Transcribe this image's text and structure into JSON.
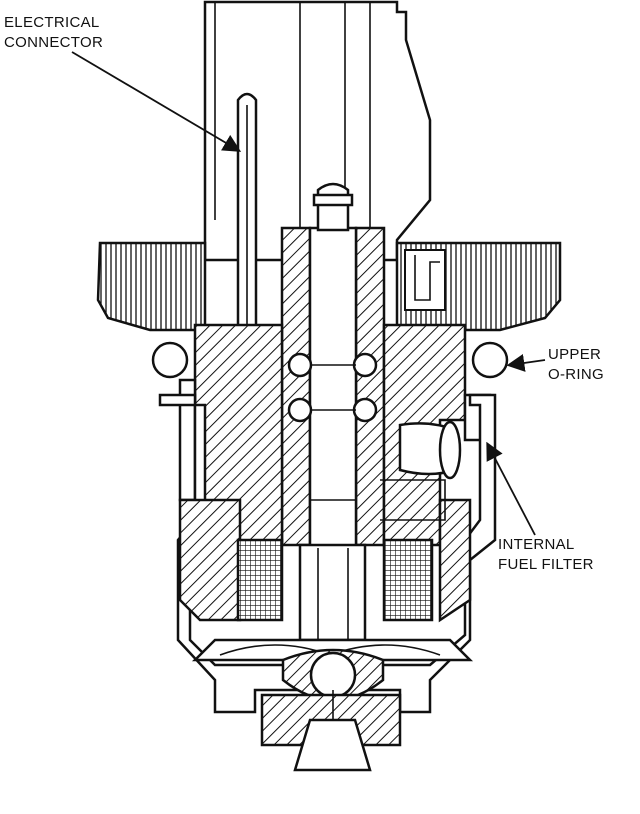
{
  "labels": {
    "electrical_connector_line1": "ELECTRICAL",
    "electrical_connector_line2": "CONNECTOR",
    "upper_oring_line1": "UPPER",
    "upper_oring_line2": "O-RING",
    "internal_fuel_filter_line1": "INTERNAL",
    "internal_fuel_filter_line2": "FUEL FILTER"
  },
  "colors": {
    "ink": "#111111",
    "paper": "#ffffff"
  }
}
